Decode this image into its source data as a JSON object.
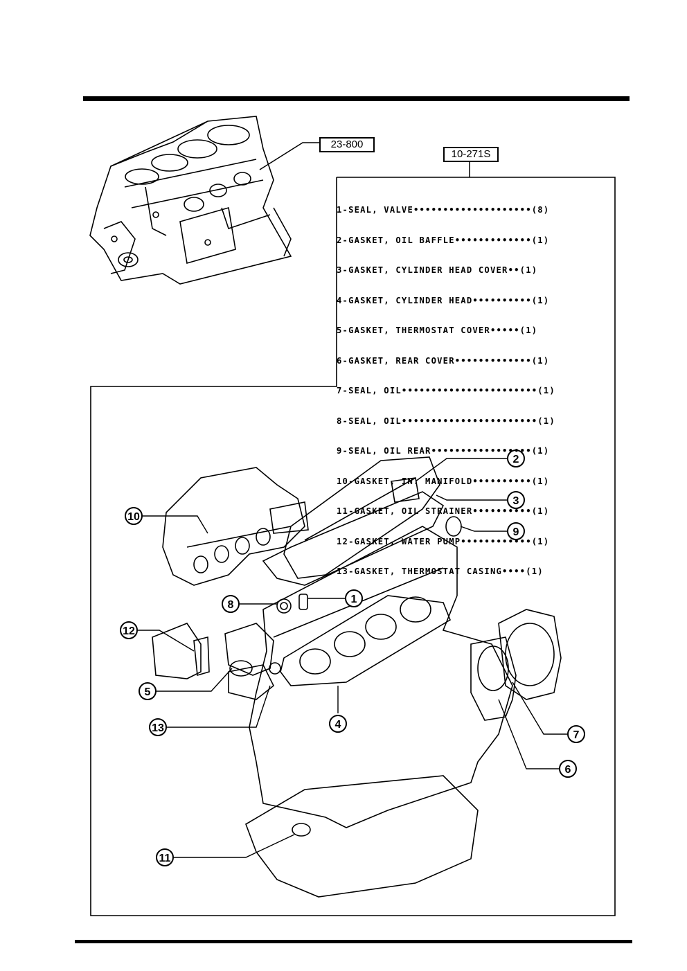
{
  "header_ref": "23-800",
  "kit_ref": "10-271S",
  "parts": [
    {
      "line": "1-SEAL, VALVE••••••••••••••••••••(8)"
    },
    {
      "line": "2-GASKET, OIL BAFFLE•••••••••••••(1)"
    },
    {
      "line": "3-GASKET, CYLINDER HEAD COVER••(1)"
    },
    {
      "line": "4-GASKET, CYLINDER HEAD••••••••••(1)"
    },
    {
      "line": "5-GASKET, THERMOSTAT COVER•••••(1)"
    },
    {
      "line": "6-GASKET, REAR COVER•••••••••••••(1)"
    },
    {
      "line": "7-SEAL, OIL•••••••••••••••••••••••(1)"
    },
    {
      "line": "8-SEAL, OIL•••••••••••••••••••••••(1)"
    },
    {
      "line": "9-SEAL, OIL REAR•••••••••••••••••(1)"
    },
    {
      "line": "10-GASKET, IN. MANIFOLD••••••••••(1)"
    },
    {
      "line": "11-GASKET, OIL STRAINER••••••••••(1)"
    },
    {
      "line": "12-GASKET, WATER PUMP••••••••••••(1)"
    },
    {
      "line": "13-GASKET, THERMOSTAT CASING••••(1)"
    }
  ],
  "callouts": [
    "1",
    "2",
    "3",
    "4",
    "5",
    "6",
    "7",
    "8",
    "9",
    "10",
    "11",
    "12",
    "13"
  ]
}
